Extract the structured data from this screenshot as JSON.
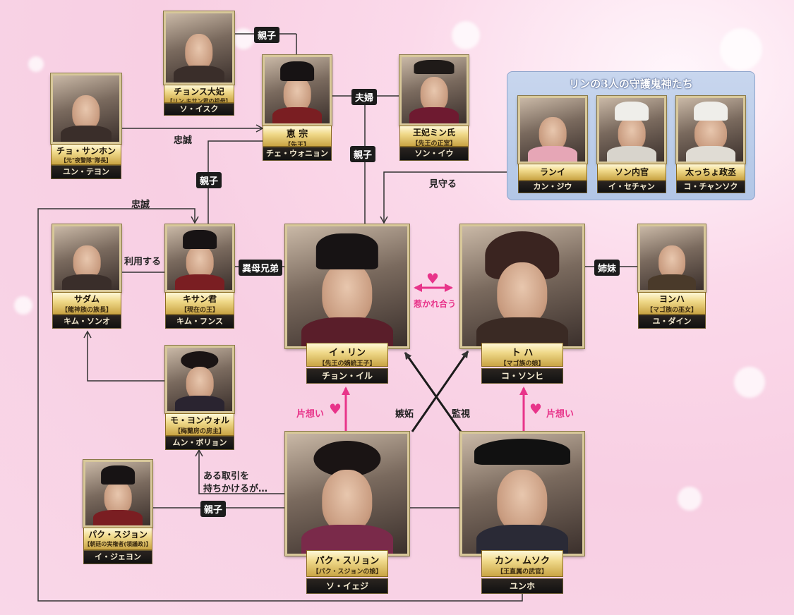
{
  "colors": {
    "background": "#f8cfe3",
    "accent_pink": "#e8348a",
    "gold": "#d8b24c",
    "guard_box": "#b9cbe9"
  },
  "guardians": {
    "title": "リンの3人の守護鬼神たち",
    "members": [
      {
        "name": "ランイ",
        "actor": "カン・ジウ"
      },
      {
        "name": "ソン内官",
        "actor": "イ・セチャン"
      },
      {
        "name": "太っちょ政丞",
        "actor": "コ・チャンソク"
      }
    ]
  },
  "characters": {
    "jeonsu": {
      "name": "チョンス大妃",
      "role": "【リン,キサン君の祖母】",
      "actor": "ソ・イスク"
    },
    "heijong": {
      "name": "恵 宗",
      "role": "【先王】",
      "actor": "チェ・ウォニョン"
    },
    "minshi": {
      "name": "王妃ミン氏",
      "role": "【先王の正室】",
      "actor": "ソン・イウ"
    },
    "sanhon": {
      "name": "チョ・サンホン",
      "role": "【元\"夜警隊\"隊長】",
      "actor": "ユン・テヨン"
    },
    "sadam": {
      "name": "サダム",
      "role": "【龍神族の族長】",
      "actor": "キム・ソンオ"
    },
    "kisan": {
      "name": "キサン君",
      "role": "【現在の王】",
      "actor": "キム・フンス"
    },
    "rin": {
      "name": "イ・リン",
      "role": "【先王の嫡統王子】",
      "actor": "チョン・イル"
    },
    "toha": {
      "name": "ト ハ",
      "role": "【マゴ族の娘】",
      "actor": "コ・ソンヒ"
    },
    "yonha": {
      "name": "ヨンハ",
      "role": "【マゴ族の巫女】",
      "actor": "ユ・ダイン"
    },
    "moyon": {
      "name": "モ・ヨンウォル",
      "role": "【梅蘭房の房主】",
      "actor": "ムン・ボリョン"
    },
    "sujon": {
      "name": "パク・スジョン",
      "role": "【朝廷の実権者(領議政)】",
      "actor": "イ・ジェヨン"
    },
    "suryon": {
      "name": "パク・スリョン",
      "role": "【パク・スジョンの娘】",
      "actor": "ソ・イェジ"
    },
    "musok": {
      "name": "カン・ムソク",
      "role": "【王直属の武官】",
      "actor": "ユンホ"
    }
  },
  "relations": {
    "oyako1": "親子",
    "fufu": "夫婦",
    "oyako2": "親子",
    "oyako3": "親子",
    "oyako4": "親子",
    "chusei1": "忠誠",
    "chusei2": "忠誠",
    "mimamoru": "見守る",
    "riyou": "利用する",
    "ibo": "異母兄弟",
    "shimai": "姉妹",
    "hikareau": "惹かれ合う",
    "kataomoi1": "片想い",
    "kataomoi2": "片想い",
    "shitto": "嫉妬",
    "kanshi": "監視",
    "torihiki_1": "ある取引を",
    "torihiki_2": "持ちかけるが…"
  }
}
